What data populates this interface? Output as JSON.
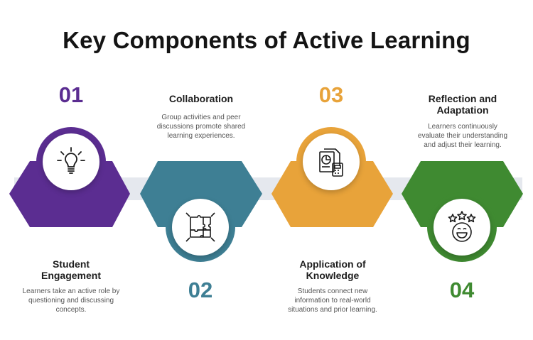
{
  "title": "Key Components of Active Learning",
  "colors": {
    "purple": "#5b2d91",
    "teal": "#3e7f94",
    "orange": "#e8a33a",
    "green": "#3f8a31",
    "connector": "#e5e8ee"
  },
  "steps": [
    {
      "number": "01",
      "heading": "Student\nEngagement",
      "description": "Learners take an active role by\nquestioning and discussing\nconcepts.",
      "icon": "lightbulb-icon"
    },
    {
      "number": "02",
      "heading": "Collaboration",
      "description": "Group activities and peer\ndiscussions promote shared\nlearning experiences.",
      "icon": "puzzle-icon"
    },
    {
      "number": "03",
      "heading": "Application of\nKnowledge",
      "description": "Students connect new\ninformation to real-world\nsituations and prior learning.",
      "icon": "calculator-chart-icon"
    },
    {
      "number": "04",
      "heading": "Reflection and\nAdaptation",
      "description": "Learners continuously\nevaluate their understanding\nand adjust their learning.",
      "icon": "smiley-stars-icon"
    }
  ]
}
